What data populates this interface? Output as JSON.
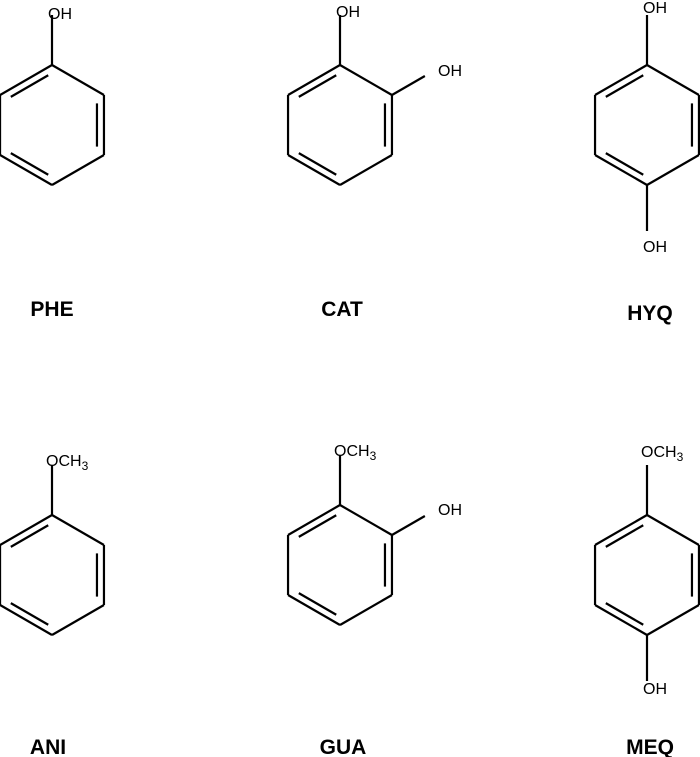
{
  "figure": {
    "molecules": [
      {
        "id": "phe",
        "name": "PHE",
        "substituents": [
          {
            "label": "OH"
          }
        ]
      },
      {
        "id": "cat",
        "name": "CAT",
        "substituents": [
          {
            "label": "OH"
          },
          {
            "label": "OH"
          }
        ]
      },
      {
        "id": "hyq",
        "name": "HYQ",
        "substituents": [
          {
            "label": "OH"
          },
          {
            "label": "OH"
          }
        ]
      },
      {
        "id": "ani",
        "name": "ANI",
        "substituents": [
          {
            "label": "OCH",
            "sub": "3"
          }
        ]
      },
      {
        "id": "gua",
        "name": "GUA",
        "substituents": [
          {
            "label": "OCH",
            "sub": "3"
          },
          {
            "label": "OH"
          }
        ]
      },
      {
        "id": "meq",
        "name": "MEQ",
        "substituents": [
          {
            "label": "OCH",
            "sub": "3"
          },
          {
            "label": "OH"
          }
        ]
      }
    ]
  }
}
